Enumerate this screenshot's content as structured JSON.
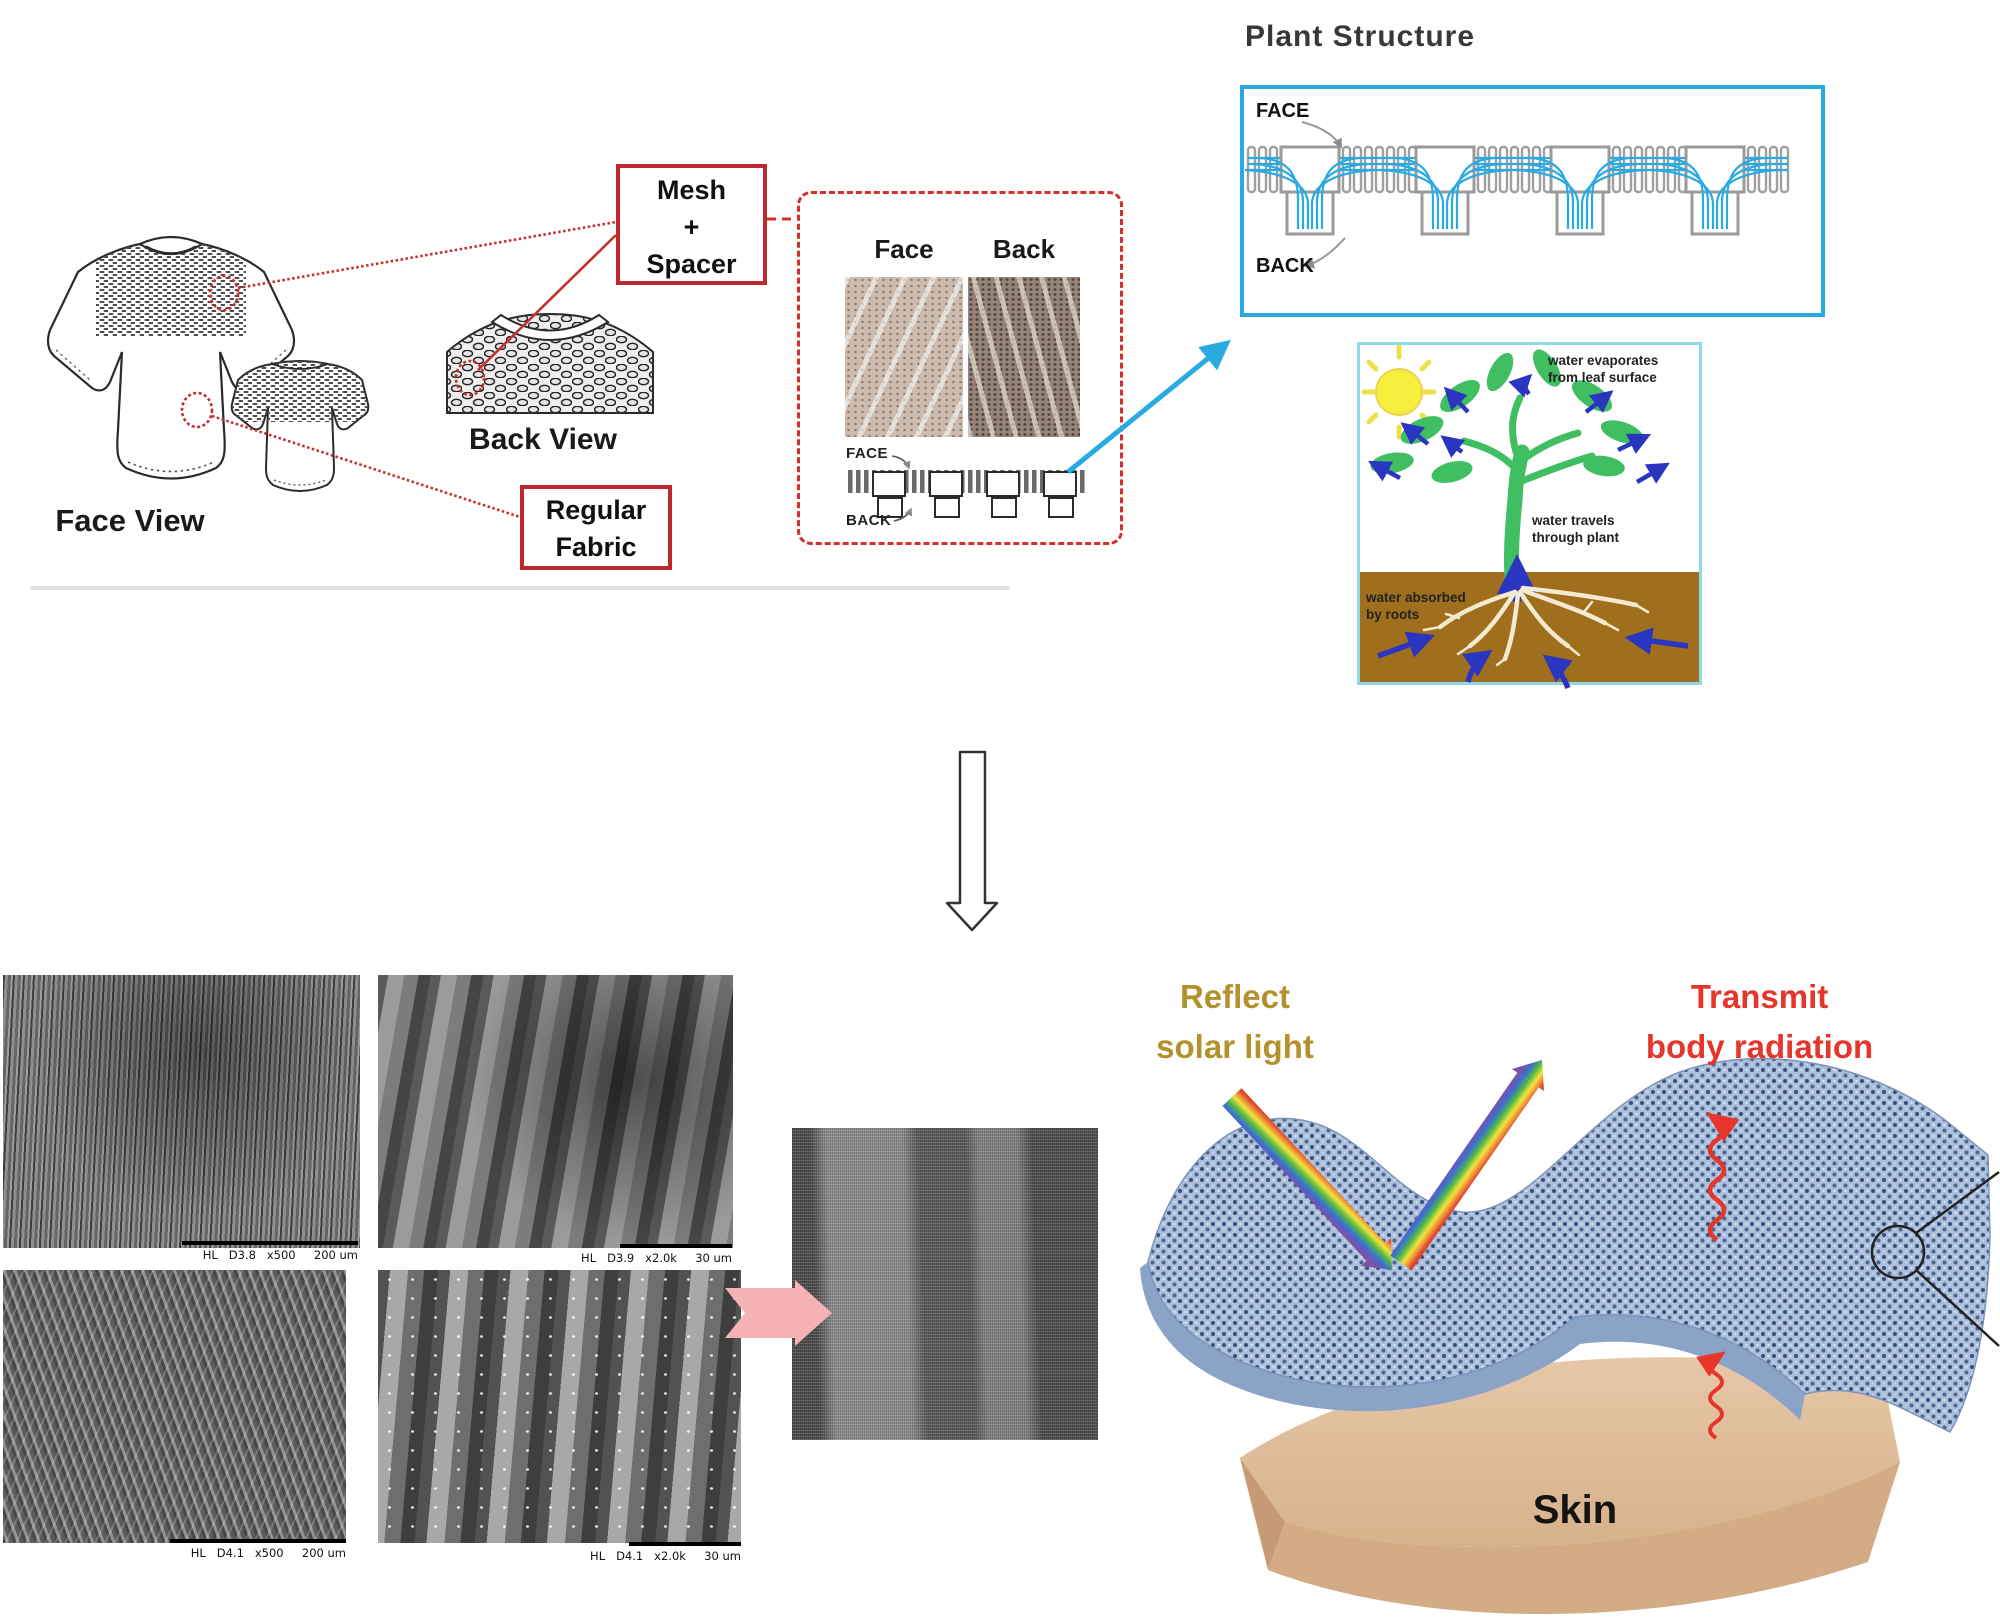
{
  "colors": {
    "red_box": "#c0272d",
    "dashed_red": "#d62f28",
    "blue_accent": "#29abe2",
    "olive_text": "#b3922e",
    "warm_red_text": "#e6352b",
    "fabric_blue": "#aebfdc",
    "skin_tan": "#e0bf9e",
    "soil_brown": "#a06f1d",
    "sun_yellow": "#f7ef3e",
    "leaf_green": "#3fbe62",
    "water_arrow_blue": "#2a35c0",
    "pink_arrow": "#f6b3b6"
  },
  "garment_diagram": {
    "face_view_label": "Face View",
    "back_view_label": "Back View",
    "mesh_spacer_box": {
      "line1": "Mesh",
      "line2": "+",
      "line3": "Spacer"
    },
    "regular_fabric_box": {
      "line1": "Regular",
      "line2": "Fabric"
    }
  },
  "spacer_panel": {
    "face_photo_label": "Face",
    "back_photo_label": "Back",
    "face_side_label": "FACE",
    "back_side_label": "BACK"
  },
  "plant_structure": {
    "title": "Plant Structure",
    "face_label": "FACE",
    "back_label": "BACK"
  },
  "plant_illustration": {
    "evaporate_line1": "water evaporates",
    "evaporate_line2": "from leaf surface",
    "travel_line1": "water travels",
    "travel_line2": "through plant",
    "absorb_line1": "water absorbed",
    "absorb_line2": "by roots"
  },
  "sem_gallery": {
    "items": [
      {
        "label": "HL   D3.8   x500     200 um"
      },
      {
        "label": "HL   D3.9   x2.0k     30 um"
      },
      {
        "label": "HL   D4.1   x500     200 um"
      },
      {
        "label": "HL   D4.1   x2.0k     30 um"
      }
    ]
  },
  "radiative_illustration": {
    "reflect_line1": "Reflect",
    "reflect_line2": "solar light",
    "transmit_line1": "Transmit",
    "transmit_line2": "body radiation",
    "skin_label": "Skin"
  }
}
